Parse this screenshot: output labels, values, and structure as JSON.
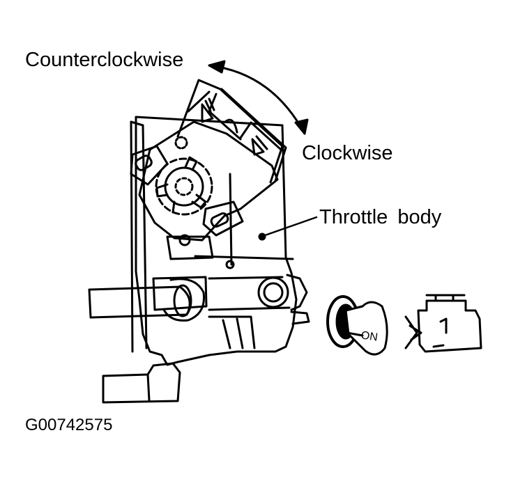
{
  "labels": {
    "counterclockwise": "Counterclockwise",
    "clockwise": "Clockwise",
    "throttle_body": "Throttle body",
    "figure_code": "G00742575",
    "key_text": "ON"
  },
  "icons": [
    "ignition-key-icon",
    "engine-icon"
  ],
  "colors": {
    "ink": "#000000",
    "paper": "#ffffff"
  }
}
